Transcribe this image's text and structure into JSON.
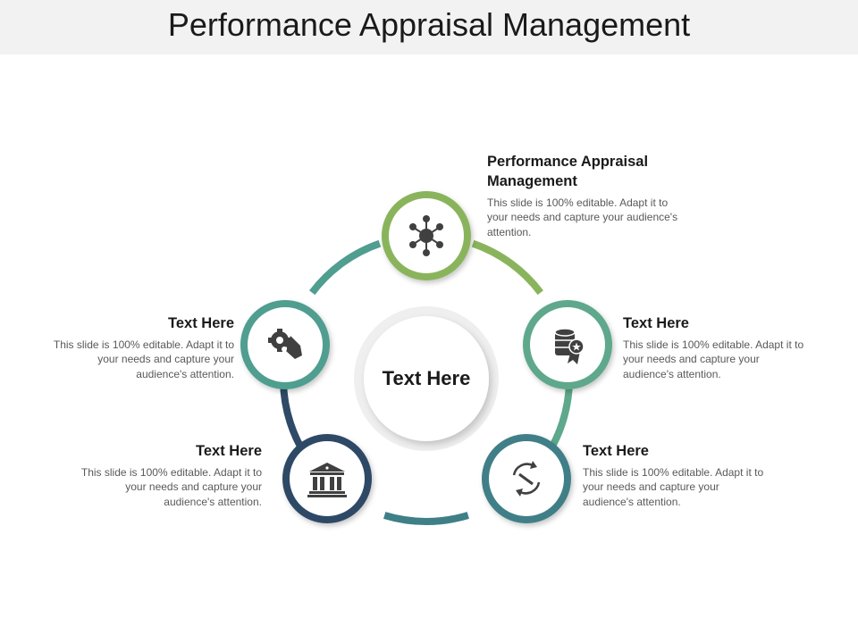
{
  "slide": {
    "title": "Performance Appraisal Management",
    "center_label": "Text Here"
  },
  "nodes": [
    {
      "heading": "Performance Appraisal Management",
      "body": "This slide is 100% editable. Adapt it to your needs and capture your audience's attention.",
      "color": "#8ab45c",
      "icon": "network-hub-icon"
    },
    {
      "heading": "Text Here",
      "body": "This slide is 100% editable. Adapt it to your needs and capture your audience's attention.",
      "color": "#5ea88c",
      "icon": "database-award-icon"
    },
    {
      "heading": "Text Here",
      "body": "This slide is 100% editable. Adapt it to your needs and capture your audience's attention.",
      "color": "#3f7f87",
      "icon": "clock-cycle-icon"
    },
    {
      "heading": "Text Here",
      "body": "This slide is 100% editable. Adapt it to your needs and capture your audience's attention.",
      "color": "#2e4a66",
      "icon": "bank-building-icon"
    },
    {
      "heading": "Text Here",
      "body": "This slide is 100% editable. Adapt it to your needs and capture your audience's attention.",
      "color": "#4f9e90",
      "icon": "gear-wrench-icon"
    }
  ],
  "colors": {
    "title_bar": "#f2f2f2",
    "icon": "#404040",
    "body_text": "#595959"
  }
}
